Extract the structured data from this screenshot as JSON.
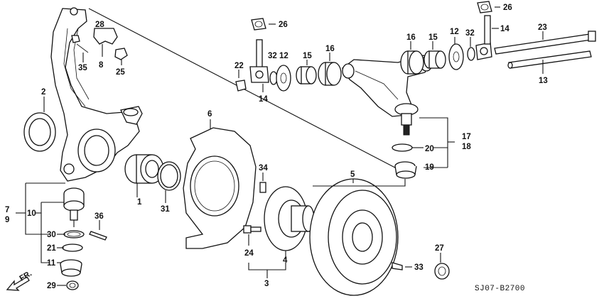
{
  "diagram": {
    "code": "SJ07-B2700",
    "direction": "FR.",
    "labels": {
      "p1": "1",
      "p2": "2",
      "p3": "3",
      "p4": "4",
      "p5": "5",
      "p6": "6",
      "p7": "7",
      "p8": "8",
      "p9": "9",
      "p10": "10",
      "p11": "11",
      "p12a": "12",
      "p12b": "12",
      "p13": "13",
      "p14a": "14",
      "p14b": "14",
      "p15a": "15",
      "p15b": "15",
      "p16a": "16",
      "p16b": "16",
      "p17": "17",
      "p18": "18",
      "p19": "19",
      "p20": "20",
      "p21": "21",
      "p22": "22",
      "p23": "23",
      "p24": "24",
      "p25": "25",
      "p26a": "26",
      "p26b": "26",
      "p27": "27",
      "p28": "28",
      "p29": "29",
      "p30": "30",
      "p31": "31",
      "p32a": "32",
      "p32b": "32",
      "p33": "33",
      "p34": "34",
      "p35": "35",
      "p36": "36"
    }
  }
}
